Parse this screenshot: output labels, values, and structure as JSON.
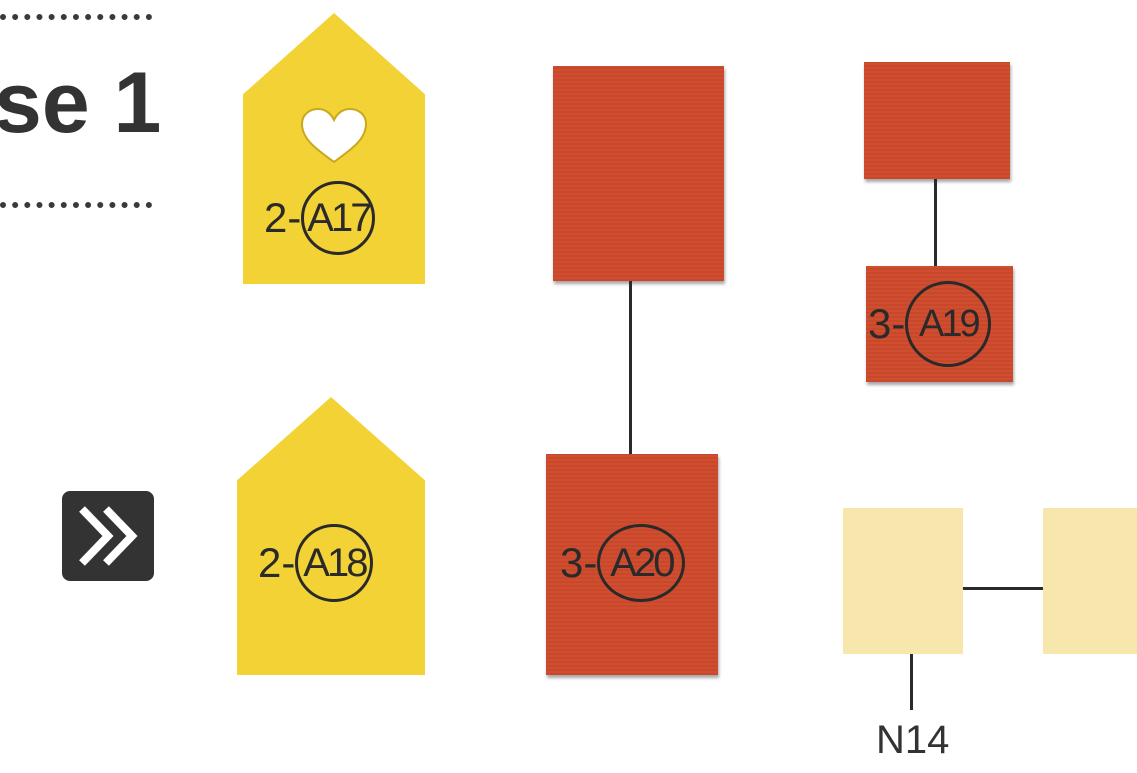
{
  "title": "se 1",
  "pieces": {
    "a17": {
      "quantity": "2",
      "code": "A17"
    },
    "a18": {
      "quantity": "2",
      "code": "A18"
    },
    "a19": {
      "quantity": "3",
      "code": "A19"
    },
    "a20": {
      "quantity": "3",
      "code": "A20"
    },
    "n14": {
      "code": "N14"
    }
  },
  "colors": {
    "yellow": "#f2d235",
    "red": "#cf4a2c",
    "cream": "#f7e7ad",
    "ink": "#2a2a2a"
  },
  "icons": {
    "next": "double-chevron-right-icon",
    "heart": "heart-cutout-icon"
  }
}
